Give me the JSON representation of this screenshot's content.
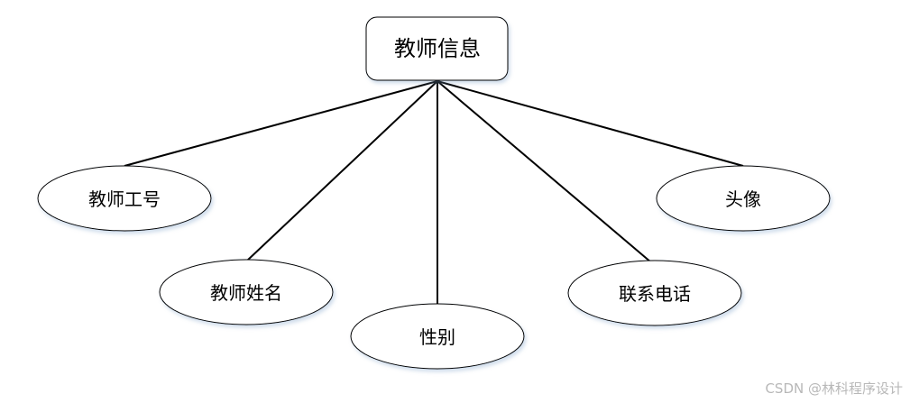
{
  "entity": {
    "label": "教师信息"
  },
  "attributes": [
    {
      "id": "teacher-id",
      "label": "教师工号"
    },
    {
      "id": "teacher-name",
      "label": "教师姓名"
    },
    {
      "id": "gender",
      "label": "性别"
    },
    {
      "id": "phone",
      "label": "联系电话"
    },
    {
      "id": "avatar",
      "label": "头像"
    }
  ],
  "watermark": "CSDN @林科程序设计"
}
